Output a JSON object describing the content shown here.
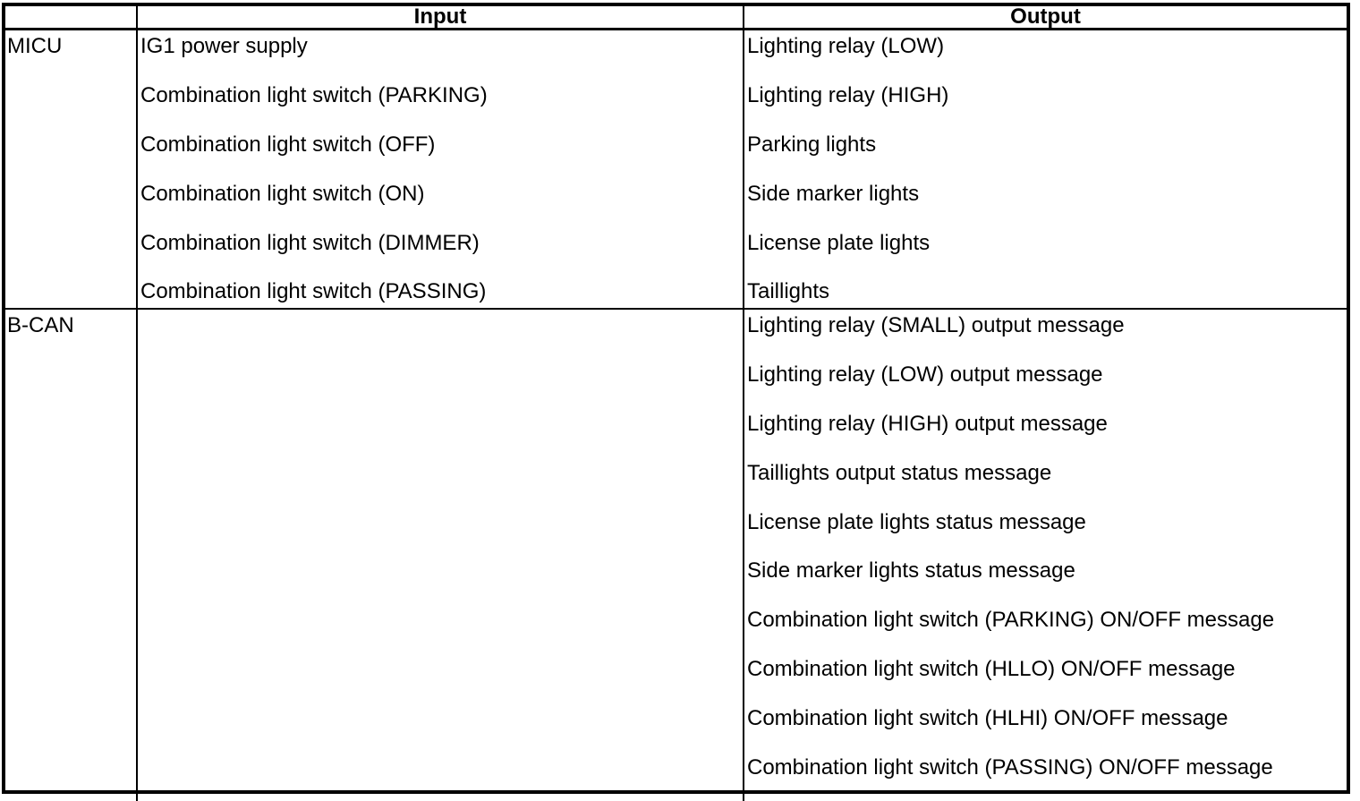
{
  "page": {
    "background_color": "#ffffff",
    "border_color": "#000000"
  },
  "table": {
    "header": {
      "source": "",
      "input": "Input",
      "output": "Output"
    },
    "rows": [
      {
        "source": "MICU",
        "inputs": [
          "IG1 power supply",
          "Combination light switch (PARKING)",
          "Combination light switch (OFF)",
          "Combination light switch (ON)",
          "Combination light switch (DIMMER)",
          "Combination light switch (PASSING)"
        ],
        "outputs": [
          "Lighting relay (LOW)",
          "Lighting relay (HIGH)",
          "Parking lights",
          "Side marker lights",
          "License plate lights",
          "Taillights"
        ]
      },
      {
        "source": "B-CAN",
        "inputs": [],
        "outputs": [
          "Lighting relay (SMALL) output message",
          "Lighting relay (LOW) output message",
          "Lighting relay (HIGH) output message",
          "Taillights output status message",
          "License plate lights status message",
          "Side marker lights status message",
          "Combination light switch (PARKING) ON/OFF message",
          "Combination light switch (HLLO) ON/OFF message",
          "Combination light switch (HLHI) ON/OFF message",
          "Combination light switch (PASSING) ON/OFF message"
        ]
      }
    ]
  }
}
